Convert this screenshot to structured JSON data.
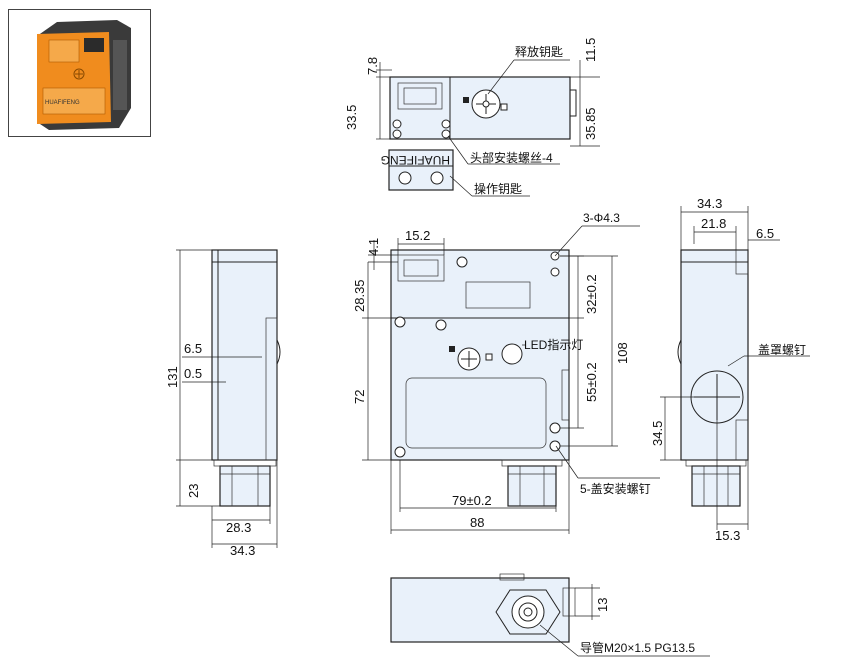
{
  "photo": {
    "brand_text": "HUAFIFENG"
  },
  "top_view": {
    "label_release_key": "释放钥匙",
    "label_head_screw": "头部安装螺丝-4",
    "label_operating_key": "操作钥匙",
    "dim_7_8": "7.8",
    "dim_33_5": "33.5",
    "dim_11_5": "11.5",
    "dim_35_85": "35.85",
    "key_text": "HUAFIFENG"
  },
  "left_view": {
    "dim_131": "131",
    "dim_6_5": "6.5",
    "dim_0_5": "0.5",
    "dim_23": "23",
    "dim_28_3": "28.3",
    "dim_34_3": "34.3"
  },
  "front_view": {
    "dim_15_2": "15.2",
    "dim_4_1": "4.1",
    "dim_28_35": "28.35",
    "dim_72": "72",
    "label_hole": "3-Φ4.3",
    "dim_32": "32±0.2",
    "dim_108": "108",
    "label_led": "LED指示灯",
    "dim_55": "55±0.2",
    "label_cover_screw": "5-盖安装螺钉",
    "dim_79": "79±0.2",
    "dim_88": "88"
  },
  "right_view": {
    "dim_34_3": "34.3",
    "dim_21_8": "21.8",
    "dim_6_5": "6.5",
    "label_cover_screw": "盖罩螺钉",
    "dim_34_5": "34.5",
    "dim_15_3": "15.3"
  },
  "bottom_view": {
    "dim_13": "13",
    "label_conduit": "导管M20×1.5 PG13.5"
  }
}
